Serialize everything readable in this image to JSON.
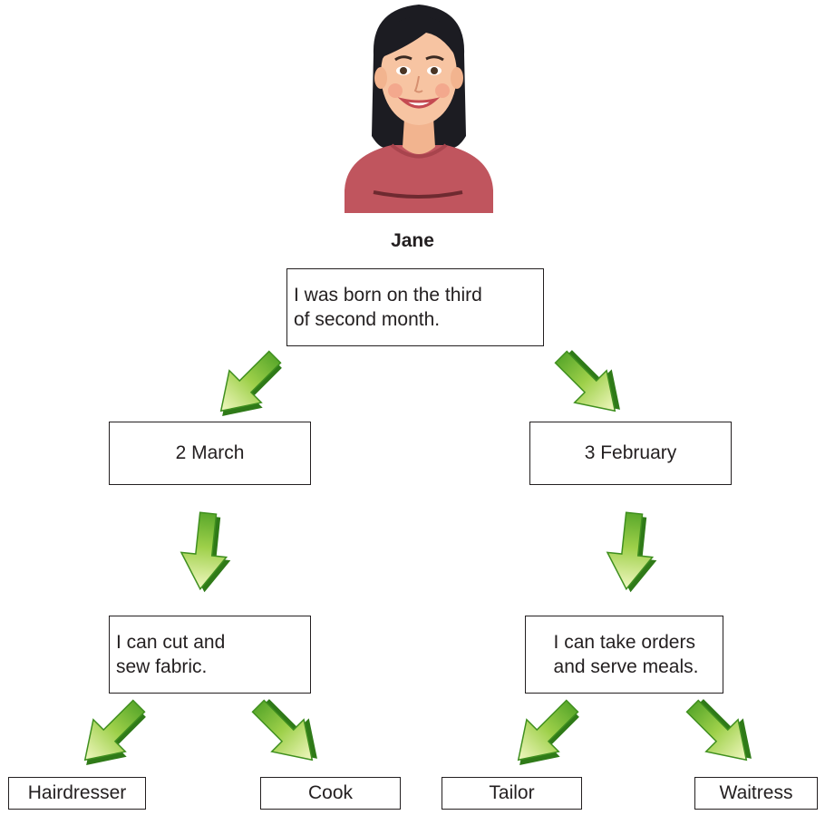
{
  "person": {
    "name": "Jane"
  },
  "root": {
    "line1": "I was born on the third",
    "line2": "of second month."
  },
  "date_left": "2 March",
  "date_right": "3 February",
  "skill_left": {
    "line1": "I can cut and",
    "line2": "sew fabric."
  },
  "skill_right": {
    "line1": "I can take orders",
    "line2": "and serve meals."
  },
  "jobs": [
    "Hairdresser",
    "Cook",
    "Tailor",
    "Waitress"
  ],
  "colors": {
    "arrow_light": "#eef6b0",
    "arrow_mid": "#8cc63f",
    "arrow_dark": "#3f8f1f",
    "shirt": "#c0555e",
    "hair": "#1c1c22"
  }
}
